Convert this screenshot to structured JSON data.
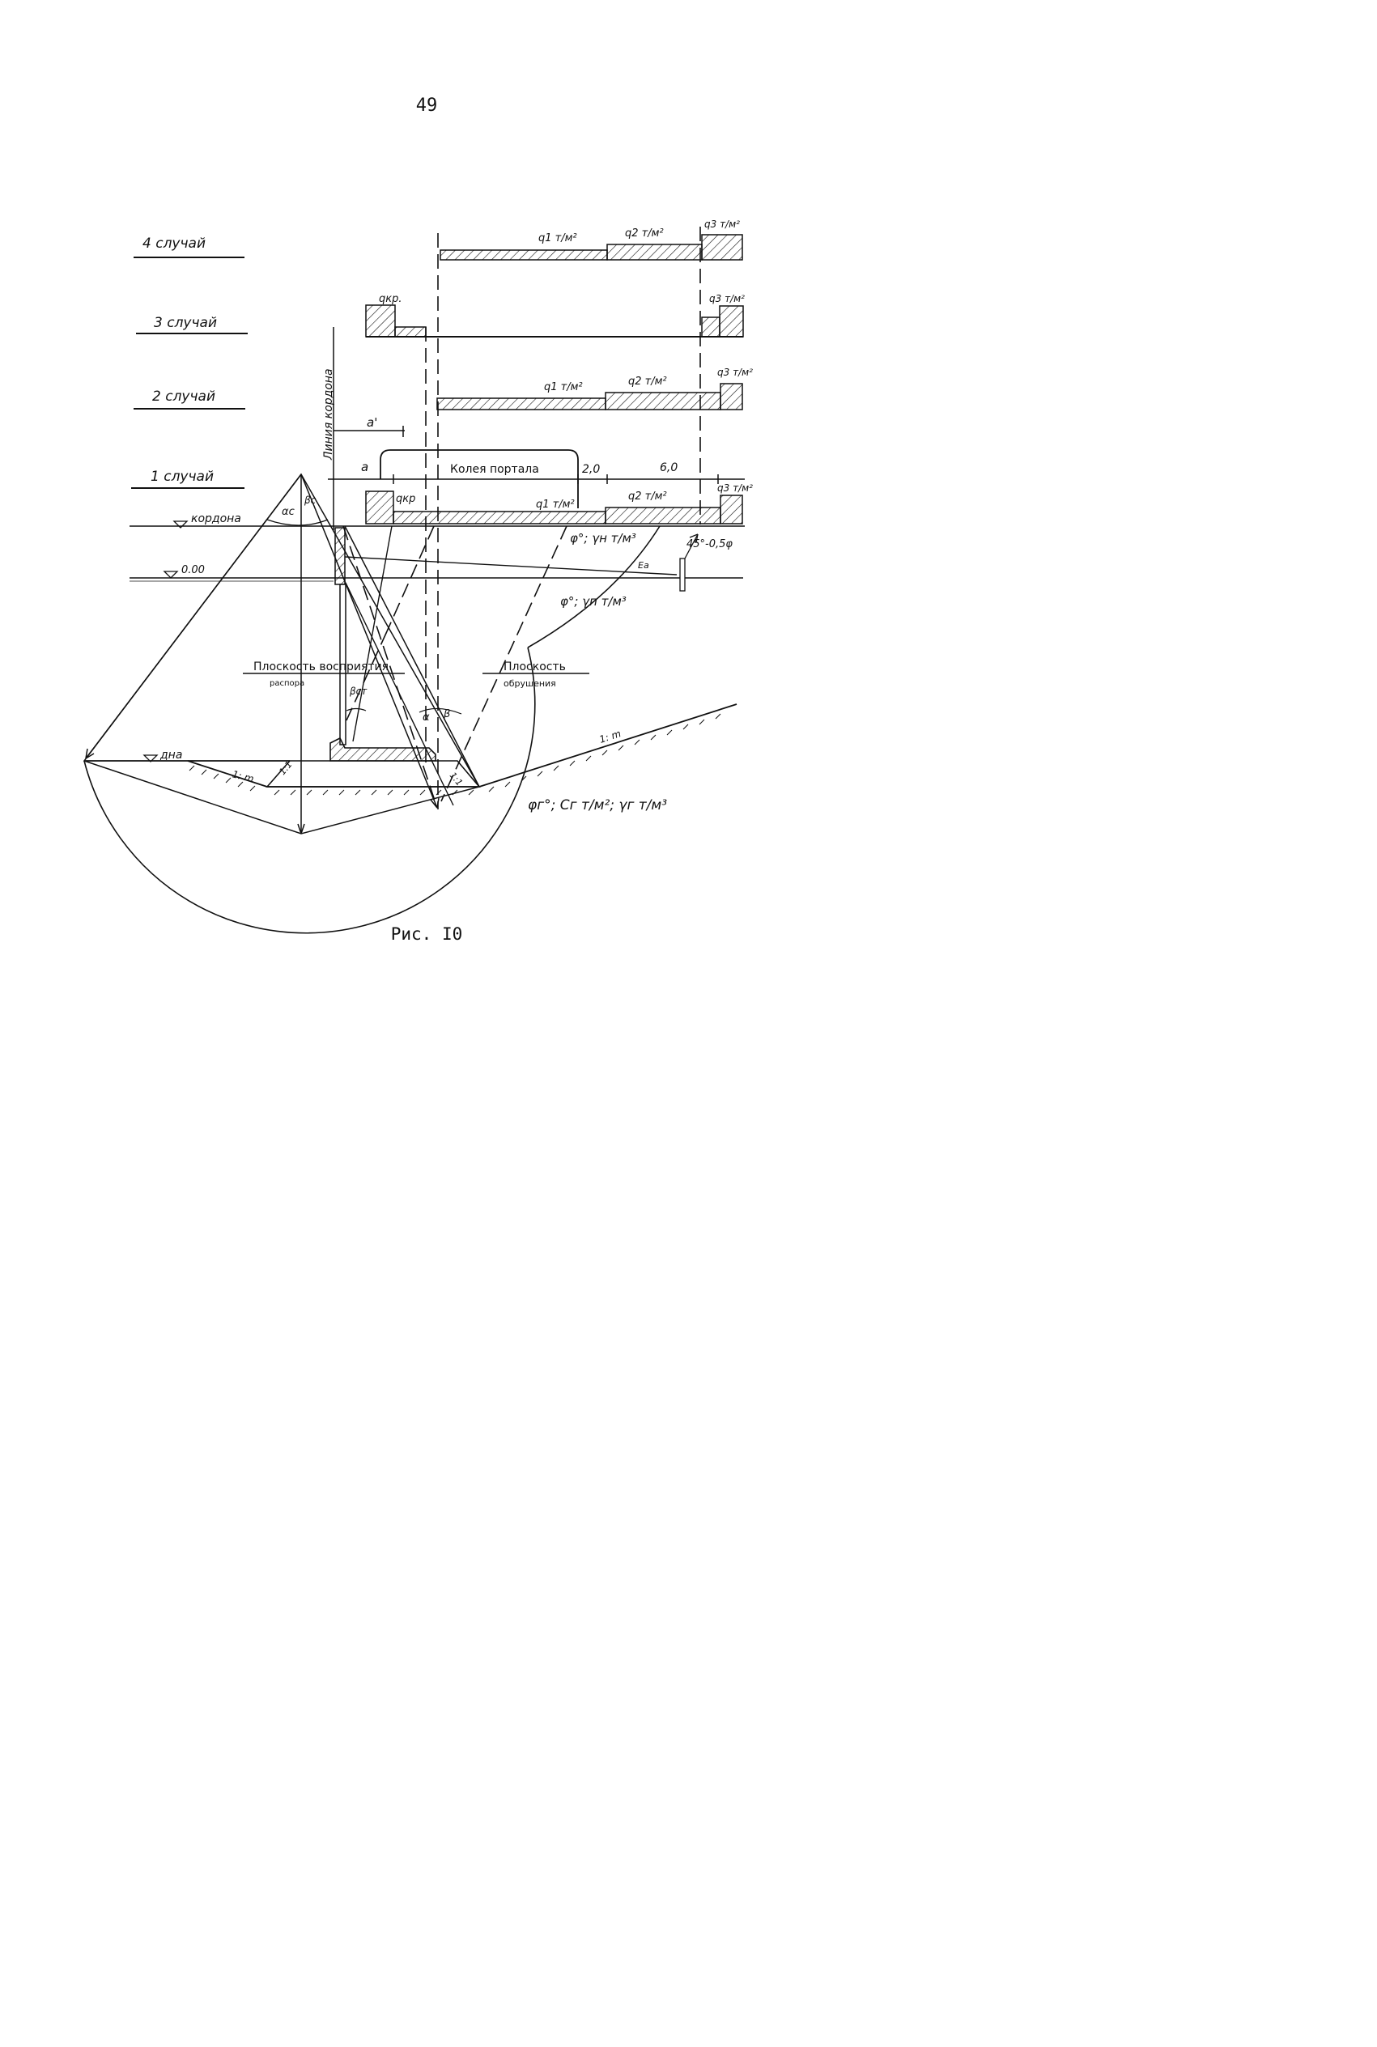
{
  "page_number": "49",
  "caption": "Рис. I0",
  "cases": {
    "case4": "4 случай",
    "case3": "3 случай",
    "case2": "2 случай",
    "case1": "1 случай"
  },
  "load_labels": {
    "case4_q1": "q1 т/м²",
    "case4_q2": "q2 т/м²",
    "case4_q3": "q3 т/м²",
    "case3_qkr": "qкр.",
    "case3_q3": "q3 т/м²",
    "case2_q1": "q1 т/м²",
    "case2_q2": "q2 т/м²",
    "case2_q3": "q3 т/м²",
    "case1_qkr": "qкр",
    "case1_q1": "q1 т/м²",
    "case1_q2": "q2 т/м²",
    "case1_q3": "q3 т/м²"
  },
  "dimensions": {
    "a_prime": "a'",
    "a": "a",
    "portal_track": "Колея портала",
    "d_2_0": "2,0",
    "d_6_0": "6,0"
  },
  "levels": {
    "cordon": "кордона",
    "zero": "0.00",
    "bottom": "дна"
  },
  "cordon_line_label": "Линия кордона",
  "soil": {
    "backfill_above": "φ°; γн т/м³",
    "backfill_below": "φ°; γп т/м³",
    "base": "φг°; Cг т/м²; γг т/м³",
    "angle_45": "45°-0,5φ",
    "ea": "Eа"
  },
  "planes": {
    "thrust_plane_line1": "Плоскость восприятия",
    "thrust_plane_line2": "распора",
    "collapse_plane_line1": "Плоскость",
    "collapse_plane_line2": "обрушения"
  },
  "angles": {
    "alpha_c": "αс",
    "beta_c": "βс",
    "beta_st": "βст",
    "alpha": "α",
    "beta": "β"
  },
  "slopes": {
    "slope_1m_left": "1: m",
    "slope_11_left": "1:1",
    "slope_11_right": "1:1",
    "slope_1m_right": "1: m"
  }
}
